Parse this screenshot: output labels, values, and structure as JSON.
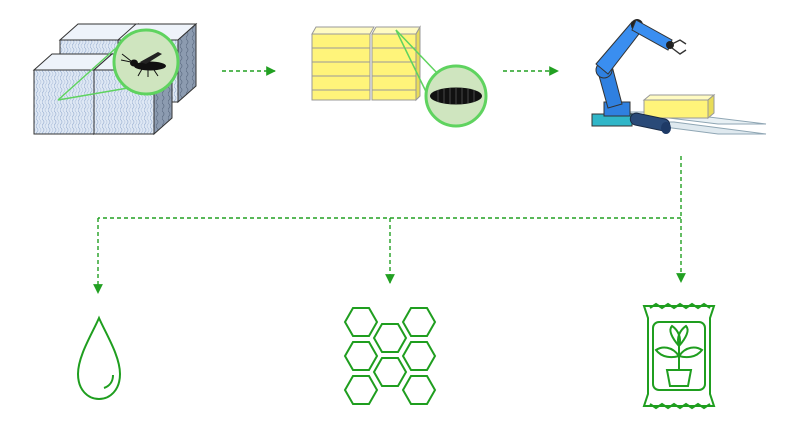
{
  "diagram": {
    "stages": [
      {
        "id": "breeding-cages",
        "icon": "cage-with-fly-icon"
      },
      {
        "id": "larvae-trays",
        "icon": "tray-with-larva-icon"
      },
      {
        "id": "robotic-processing",
        "icon": "robot-arm-icon"
      }
    ],
    "products": [
      {
        "id": "oil",
        "icon": "drop-icon"
      },
      {
        "id": "protein-meal",
        "icon": "hexagon-cluster-icon"
      },
      {
        "id": "fertilizer",
        "icon": "fertilizer-bag-icon"
      }
    ],
    "colors": {
      "arrow": "#22a022",
      "product_outline": "#1f9e1f",
      "magnifier": "#5fd35f",
      "magnifier_fill": "#cfe5bf",
      "cage": "#c6d6ea",
      "tray": "#fff47a",
      "robot": "#2f80e0",
      "base": "#30b6c8"
    }
  }
}
